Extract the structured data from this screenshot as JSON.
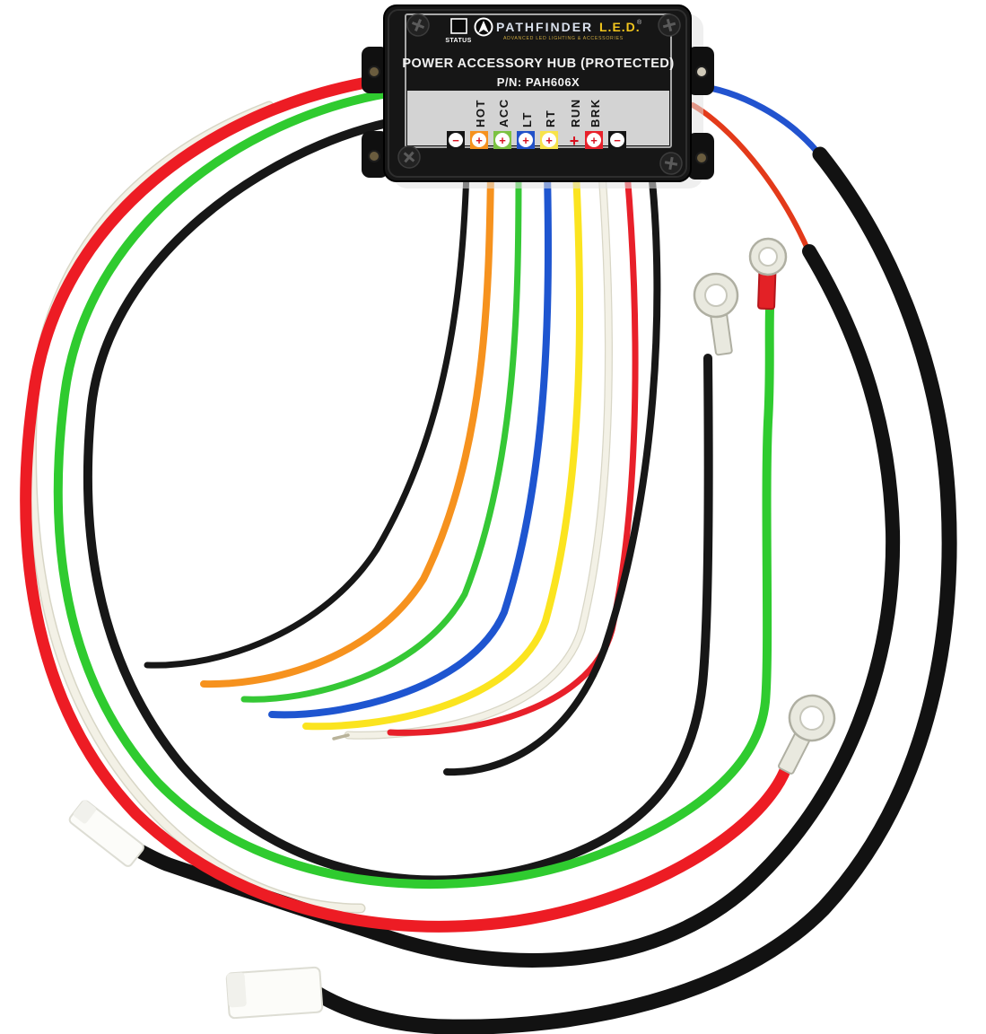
{
  "product": {
    "brand": "PATHFINDER",
    "brand_suffix": "L.E.D.",
    "brand_reg": "®",
    "tagline": "ADVANCED LED LIGHTING & ACCESSORIES",
    "status_label": "STATUS",
    "title": "POWER ACCESSORY HUB (PROTECTED)",
    "part_number": "P/N: PAH606X"
  },
  "device": {
    "terminals": [
      {
        "label": "",
        "sign": "−",
        "color": "#141414"
      },
      {
        "label": "HOT",
        "sign": "+",
        "color": "#F6921E"
      },
      {
        "label": "ACC",
        "sign": "+",
        "color": "#7CC242"
      },
      {
        "label": "LT",
        "sign": "+",
        "color": "#2151C9"
      },
      {
        "label": "RT",
        "sign": "+",
        "color": "#F8E34A"
      },
      {
        "label": "RUN",
        "sign": "+",
        "color": "none"
      },
      {
        "label": "BRK",
        "sign": "+",
        "color": "#E8212B"
      },
      {
        "label": "",
        "sign": "−",
        "color": "#141414"
      }
    ]
  },
  "palette": {
    "wire_black": "#171717",
    "wire_orange": "#F6921E",
    "wire_green": "#35C835",
    "wire_blue": "#1E55D0",
    "wire_yellow": "#FBE41F",
    "wire_white": "#F3F1E6",
    "wire_white_edge": "#D8D6C6",
    "wire_red": "#E8202A",
    "loop_red": "#ED1C24",
    "loop_green": "#2FCB2F",
    "cable_black": "#121212",
    "feeder_blue": "#2253CF",
    "feeder_red": "#E33A1A",
    "terminal_silver": "#E9E9DF",
    "terminal_silver_edge": "#AFAFA2",
    "terminal_red": "#E32126",
    "connector_white": "#FCFCF9",
    "connector_edge": "#DDDDD4",
    "device_black": "#161616",
    "label_gray": "#D3D3D3",
    "bare_tip": "#B9B39A"
  }
}
